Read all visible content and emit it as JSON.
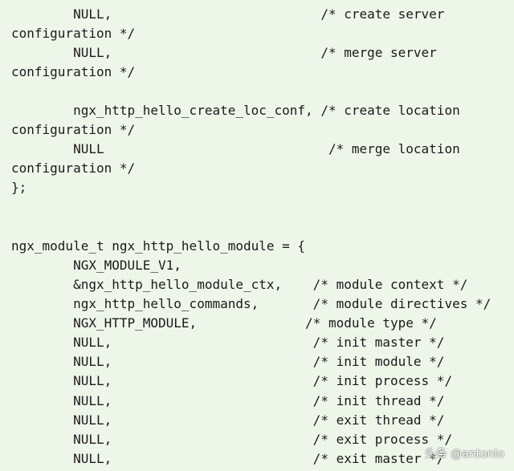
{
  "editor": {
    "lines": [
      "        NULL,                           /* create server",
      "configuration */",
      "        NULL,                           /* merge server",
      "configuration */",
      "",
      "        ngx_http_hello_create_loc_conf, /* create location",
      "configuration */",
      "        NULL                             /* merge location",
      "configuration */",
      "};",
      "",
      "",
      "ngx_module_t ngx_http_hello_module = {",
      "        NGX_MODULE_V1,",
      "        &ngx_http_hello_module_ctx,    /* module context */",
      "        ngx_http_hello_commands,       /* module directives */",
      "        NGX_HTTP_MODULE,              /* module type */",
      "        NULL,                          /* init master */",
      "        NULL,                          /* init module */",
      "        NULL,                          /* init process */",
      "        NULL,                          /* init thread */",
      "        NULL,                          /* exit thread */",
      "        NULL,                          /* exit process */",
      "        NULL,                          /* exit master */"
    ]
  },
  "watermark": {
    "text": "头条 @antonio"
  },
  "colors": {
    "background": "#eef6ea",
    "text": "#1a1a1a"
  }
}
